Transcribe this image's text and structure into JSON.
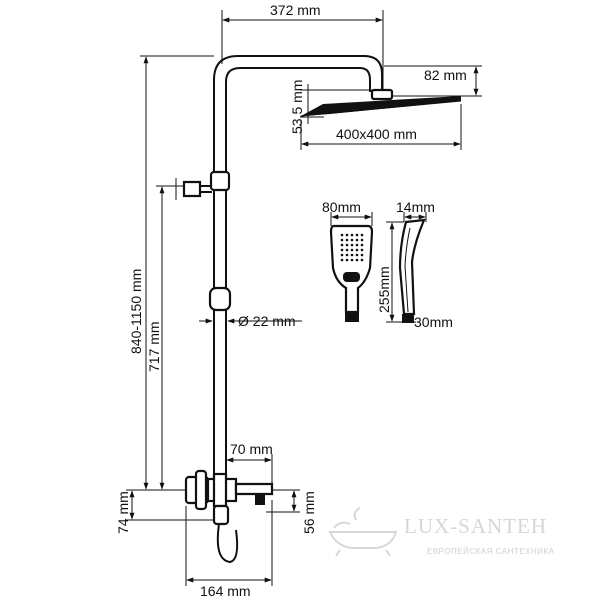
{
  "diagram": {
    "dimensions": {
      "arm_width": "372 mm",
      "head_drop": "82 mm",
      "head_thickness": "53,5 mm",
      "head_size": "400x400 mm",
      "handshower_width": "80mm",
      "handshower_depth": "14mm",
      "handshower_length": "255mm",
      "handshower_base": "30mm",
      "rail_diameter": "Ø 22 mm",
      "height_range": "840-1150 mm",
      "holder_height": "717 mm",
      "spout_reach": "70 mm",
      "mixer_drop": "74 mm",
      "spout_drop": "56 mm",
      "mixer_width": "164 mm"
    }
  },
  "watermark": {
    "brand": "LUX-SANTEH",
    "tagline": "ЕВРОПЕЙСКАЯ САНТЕХНИКА",
    "icon": "bathtub-icon"
  }
}
